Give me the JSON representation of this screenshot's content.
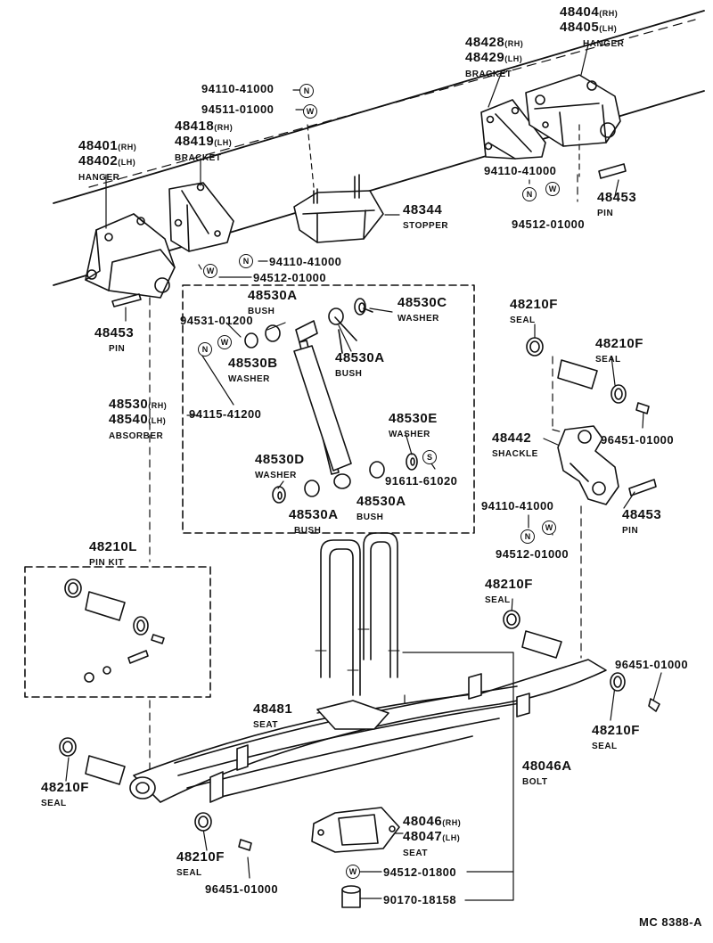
{
  "parts": {
    "hanger_front": {
      "no_rh": "48401",
      "rh": "(RH)",
      "no_lh": "48402",
      "lh": "(LH)",
      "name": "HANGER"
    },
    "bracket_front": {
      "no_rh": "48418",
      "rh": "(RH)",
      "no_lh": "48419",
      "lh": "(LH)",
      "name": "BRACKET"
    },
    "bracket_rear": {
      "no_rh": "48428",
      "rh": "(RH)",
      "no_lh": "48429",
      "lh": "(LH)",
      "name": "BRACKET"
    },
    "hanger_rear": {
      "no_rh": "48404",
      "rh": "(RH)",
      "no_lh": "48405",
      "lh": "(LH)",
      "name": "HANGER"
    },
    "stopper": {
      "no": "48344",
      "name": "STOPPER"
    },
    "pin_front": {
      "no": "48453",
      "name": "PIN"
    },
    "pin_rear_top": {
      "no": "48453",
      "name": "PIN"
    },
    "pin_shackle": {
      "no": "48453",
      "name": "PIN"
    },
    "absorber": {
      "no_rh": "48530",
      "rh": "(RH)",
      "no_lh": "48540",
      "lh": "(LH)",
      "name": "ABSORBER"
    },
    "bush_a_top": {
      "no": "48530A",
      "name": "BUSH"
    },
    "bush_a_top2": {
      "no": "48530A",
      "name": "BUSH"
    },
    "bush_a_bottom": {
      "no": "48530A",
      "name": "BUSH"
    },
    "bush_a_bottom2": {
      "no": "48530A",
      "name": "BUSH"
    },
    "washer_b": {
      "no": "48530B",
      "name": "WASHER"
    },
    "washer_c": {
      "no": "48530C",
      "name": "WASHER"
    },
    "washer_d": {
      "no": "48530D",
      "name": "WASHER"
    },
    "washer_e": {
      "no": "48530E",
      "name": "WASHER"
    },
    "seal_1": {
      "no": "48210F",
      "name": "SEAL"
    },
    "seal_2": {
      "no": "48210F",
      "name": "SEAL"
    },
    "seal_3": {
      "no": "48210F",
      "name": "SEAL"
    },
    "seal_4": {
      "no": "48210F",
      "name": "SEAL"
    },
    "seal_5": {
      "no": "48210F",
      "name": "SEAL"
    },
    "seal_6": {
      "no": "48210F",
      "name": "SEAL"
    },
    "pin_kit": {
      "no": "48210L",
      "name": "PIN KIT"
    },
    "shackle": {
      "no": "48442",
      "name": "SHACKLE"
    },
    "seat_481": {
      "no": "48481",
      "name": "SEAT"
    },
    "bolt": {
      "no": "48046A",
      "name": "BOLT"
    },
    "seat_046": {
      "no_rh": "48046",
      "rh": "(RH)",
      "no_lh": "48047",
      "lh": "(LH)",
      "name": "SEAT"
    }
  },
  "codes": {
    "c1": "94110-41000",
    "c2": "94511-01000",
    "c3": "94110-41000",
    "c4": "94512-01000",
    "c5": "94110-41000",
    "c6": "94512-01000",
    "c7": "94531-01200",
    "c8": "94115-41200",
    "c9": "91611-61020",
    "c10": "96451-01000",
    "c11": "94110-41000",
    "c12": "94512-01000",
    "c13": "96451-01000",
    "c14": "96451-01000",
    "c15": "94512-01800",
    "c16": "90170-18158"
  },
  "badges": {
    "n": "N",
    "w": "W",
    "s": "S"
  },
  "reference": "MC 8388-A"
}
